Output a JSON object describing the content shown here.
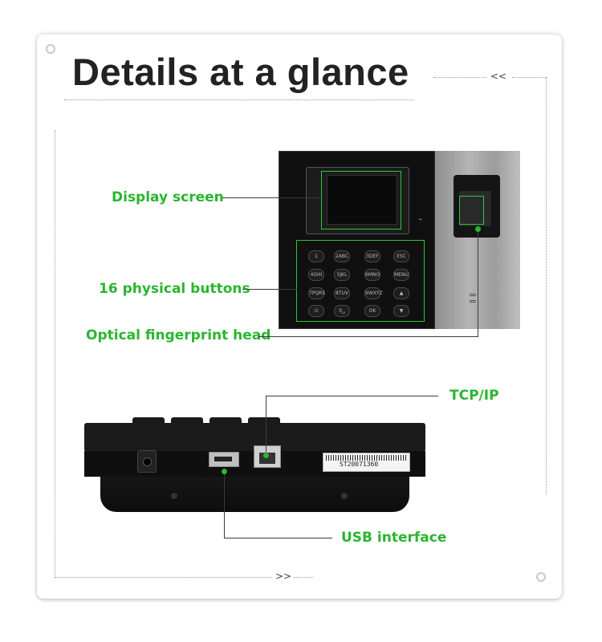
{
  "header": {
    "title": "Details at a glance"
  },
  "arrows": {
    "top": "<<",
    "bottom": ">>"
  },
  "labels": {
    "display_screen": "Display screen",
    "buttons": "16 physical buttons",
    "fingerprint": "Optical fingerprint head",
    "tcpip": "TCP/IP",
    "usb": "USB interface"
  },
  "device": {
    "keys": [
      "1",
      "2ABC",
      "3DEF",
      "ESC",
      "4GHI",
      "5JKL",
      "6MNO",
      "MENU",
      "7PQRS",
      "8TUV",
      "9WXYZ",
      "▲",
      "⏻",
      "0␣",
      "OK",
      "▼"
    ],
    "serial": "ST20071360"
  },
  "colors": {
    "accent": "#2bb52f",
    "line": "#3c3c3c",
    "device_body": "#101010"
  }
}
